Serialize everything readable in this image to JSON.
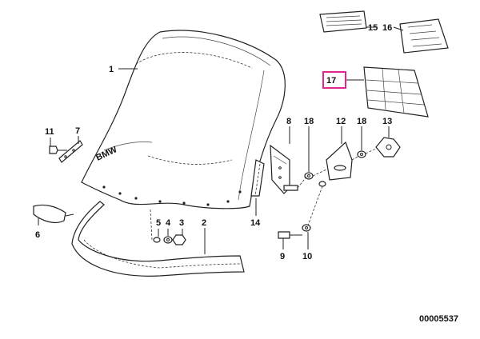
{
  "labels": {
    "p1": "1",
    "p2": "2",
    "p3": "3",
    "p4": "4",
    "p5": "5",
    "p6": "6",
    "p7": "7",
    "p8": "8",
    "p9": "9",
    "p10": "10",
    "p11": "11",
    "p12": "12",
    "p13": "13",
    "p14": "14",
    "p15": "15",
    "p16": "16",
    "p17": "17",
    "p18a": "18",
    "p18b": "18"
  },
  "diagram_id": "00005537",
  "colors": {
    "highlight": "#e0268c",
    "line": "#222222"
  }
}
